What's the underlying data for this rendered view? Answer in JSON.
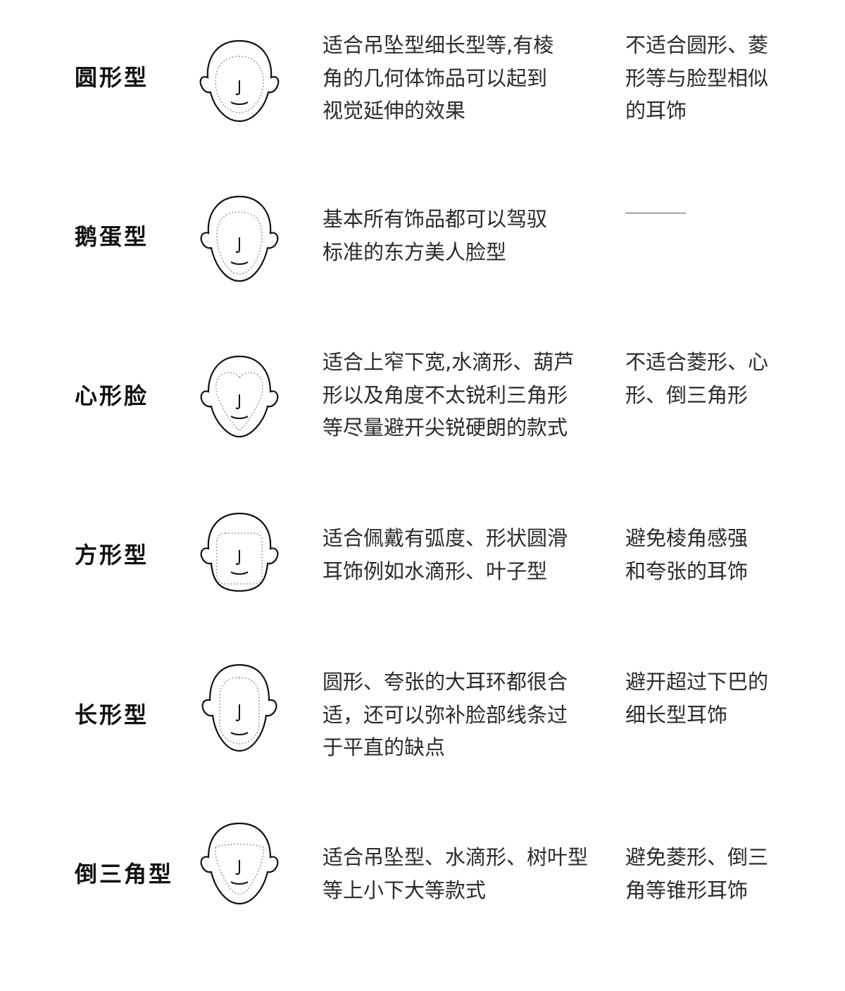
{
  "rows": [
    {
      "name": "圆形型",
      "suitable": [
        "适合吊坠型细长型等,有棱",
        "角的几何体饰品可以起到",
        "视觉延伸的效果"
      ],
      "avoid": [
        "不适合圆形、菱",
        "形等与脸型相似",
        "的耳饰"
      ],
      "face_icon": "round-face-icon"
    },
    {
      "name": "鹅蛋型",
      "suitable": [
        "基本所有饰品都可以驾驭",
        "标准的东方美人脸型"
      ],
      "avoid": [],
      "face_icon": "oval-face-icon"
    },
    {
      "name": "心形脸",
      "suitable": [
        "适合上窄下宽,水滴形、葫芦",
        "形以及角度不太锐利三角形",
        "等尽量避开尖锐硬朗的款式"
      ],
      "avoid": [
        "不适合菱形、心",
        "形、倒三角形"
      ],
      "face_icon": "heart-face-icon"
    },
    {
      "name": "方形型",
      "suitable": [
        "适合佩戴有弧度、形状圆滑",
        "耳饰例如水滴形、叶子型"
      ],
      "avoid": [
        "避免棱角感强",
        "和夸张的耳饰"
      ],
      "face_icon": "square-face-icon"
    },
    {
      "name": "长形型",
      "suitable": [
        "圆形、夸张的大耳环都很合",
        "适，还可以弥补脸部线条过",
        "于平直的缺点"
      ],
      "avoid": [
        "避开超过下巴的",
        "细长型耳饰"
      ],
      "face_icon": "long-face-icon"
    },
    {
      "name": "倒三角型",
      "suitable": [
        "适合吊坠型、水滴形、树叶型",
        "等上小下大等款式"
      ],
      "avoid": [
        "避免菱形、倒三",
        "角等锥形耳饰"
      ],
      "face_icon": "inverted-triangle-face-icon"
    }
  ]
}
